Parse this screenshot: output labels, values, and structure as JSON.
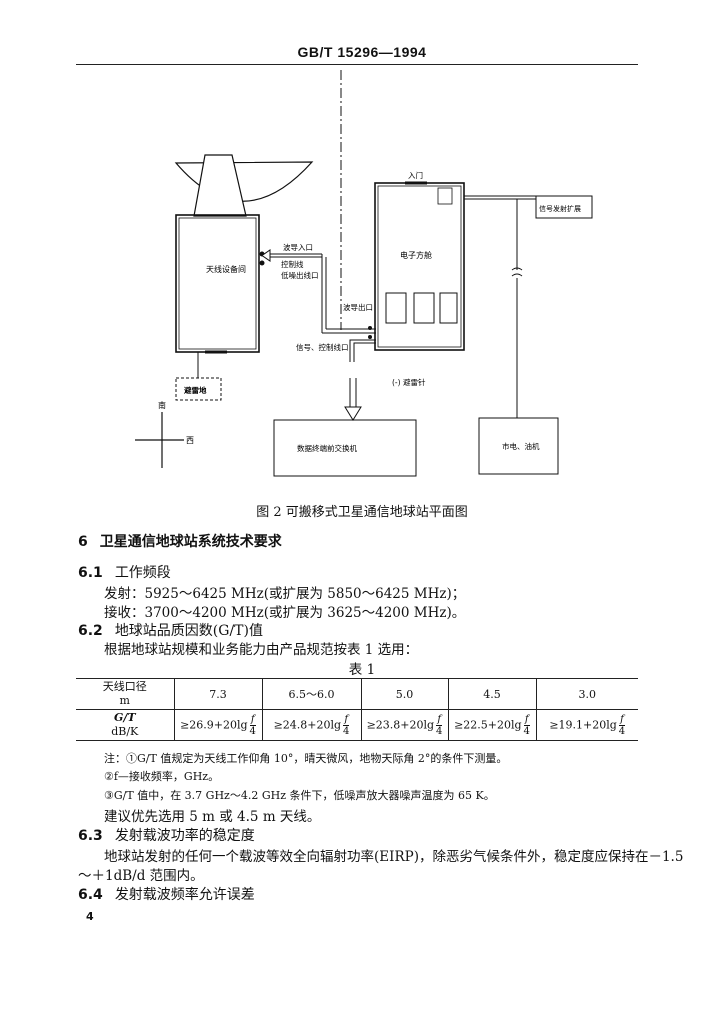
{
  "header": {
    "title": "GB/T  15296—1994"
  },
  "figure": {
    "labels": {
      "antenna_room": "天线设备间",
      "wave_in": "波导入口",
      "control_line": "控制线",
      "lna_port": "低噪出线口",
      "wave_out": "波导出口",
      "signal_port": "信号、控制线口",
      "ground": "避雷地",
      "entrance": "入门",
      "electronics": "电子方舱",
      "lightning": "(-) 避雷针",
      "expander": "信号发射扩展",
      "terminal": "数据终端前交换机",
      "generator": "市电、油机",
      "north": "南",
      "west": "西"
    },
    "caption": "图 2   可搬移式卫星通信地球站平面图"
  },
  "sections": {
    "s6": {
      "num": "6",
      "title": "卫星通信地球站系统技术要求"
    },
    "s61": {
      "num": "6.1",
      "title": "工作频段"
    },
    "s61_l1": "发射：5925～6425 MHz(或扩展为 5850～6425 MHz)；",
    "s61_l2": "接收：3700～4200 MHz(或扩展为 3625～4200 MHz)。",
    "s62": {
      "num": "6.2",
      "title": "地球站品质因数(G/T)值"
    },
    "s62_l1": "根据地球站规模和业务能力由产品规范按表 1 选用：",
    "table_title": "表 1",
    "table": {
      "row1_head_l1": "天线口径",
      "row1_head_l2": "m",
      "diameters": [
        "7.3",
        "6.5～6.0",
        "5.0",
        "4.5",
        "3.0"
      ],
      "row2_head_l1": "G/T",
      "row2_head_l2": "dB/K",
      "gt_values": [
        "≥26.9+20lg",
        "≥24.8+20lg",
        "≥23.8+20lg",
        "≥22.5+20lg",
        "≥19.1+20lg"
      ],
      "frac_num": "f",
      "frac_den": "4"
    },
    "notes": {
      "n1": "注：①G/T 值规定为天线工作仰角 10°，晴天微风，地物天际角 2°的条件下测量。",
      "n2": "②f—接收频率，GHz。",
      "n3": "③G/T 值中，在 3.7 GHz～4.2 GHz 条件下，低噪声放大器噪声温度为 65 K。"
    },
    "s62_l2": "建议优先选用 5 m 或 4.5 m 天线。",
    "s63": {
      "num": "6.3",
      "title": "发射载波功率的稳定度"
    },
    "s63_l1": "地球站发射的任何一个载波等效全向辐射功率(EIRP)，除恶劣气候条件外，稳定度应保持在－1.5",
    "s63_l2": "～＋1dB/d 范围内。",
    "s64": {
      "num": "6.4",
      "title": "发射载波频率允许误差"
    }
  },
  "footer": {
    "page": "4"
  }
}
